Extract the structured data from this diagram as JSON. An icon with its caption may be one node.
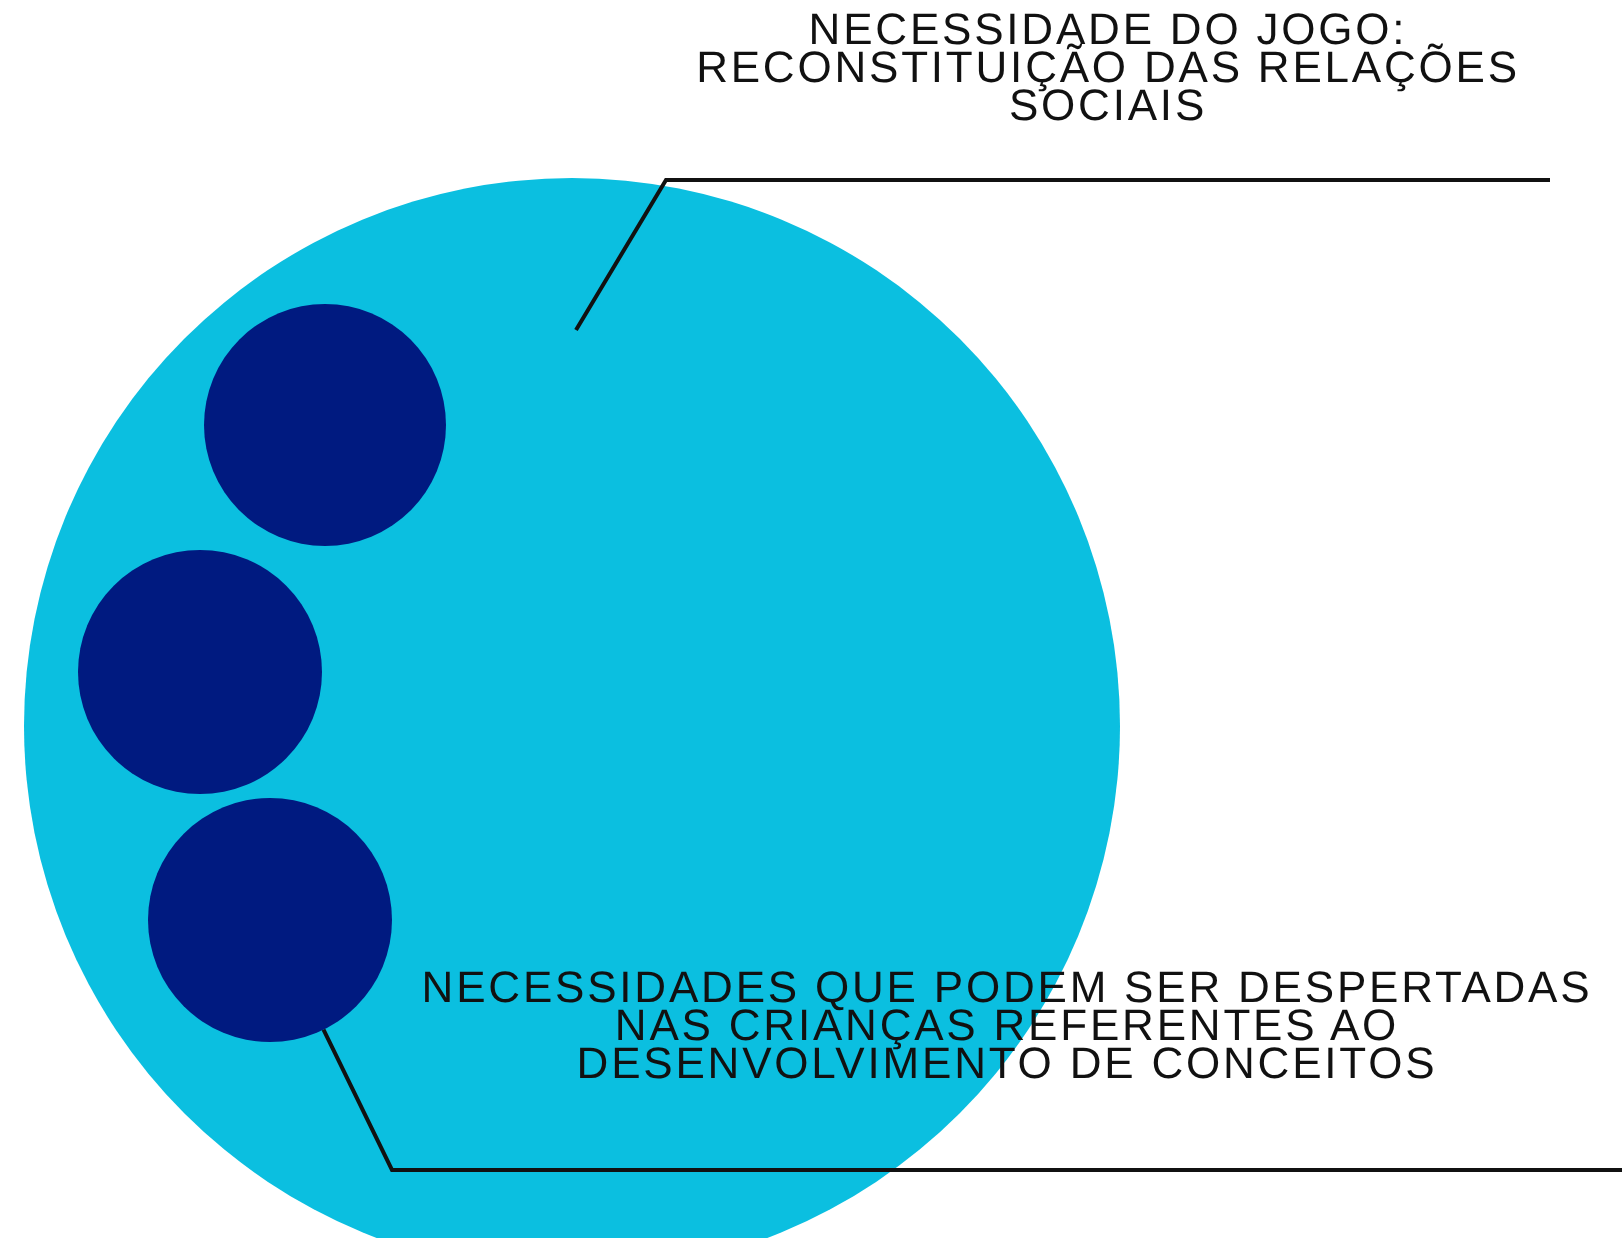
{
  "diagram": {
    "nodes": [
      {
        "text": [],
        "shape": "circle"
      },
      {
        "text": [],
        "shape": "circle",
        "in": 0
      },
      {
        "text": [],
        "shape": "circle",
        "in": 0
      },
      {
        "text": [],
        "shape": "circle",
        "in": 0
      },
      {
        "text": [
          "NECESSIDADE DO JOGO: RECONSTITUIÇÃO DAS RELAÇÕES SOCIAIS"
        ]
      },
      {
        "text": [
          "NECESSIDADES QUE PODEM SER DESPERTADAS NAS CRIANÇAS REFERENTES AO DESENVOLVIMENTO DE CONCEITOS"
        ]
      }
    ],
    "edges": [
      {
        "from": 4,
        "to": 0,
        "arrow": "none"
      },
      {
        "from": 5,
        "to": 3,
        "arrow": "none"
      }
    ]
  }
}
